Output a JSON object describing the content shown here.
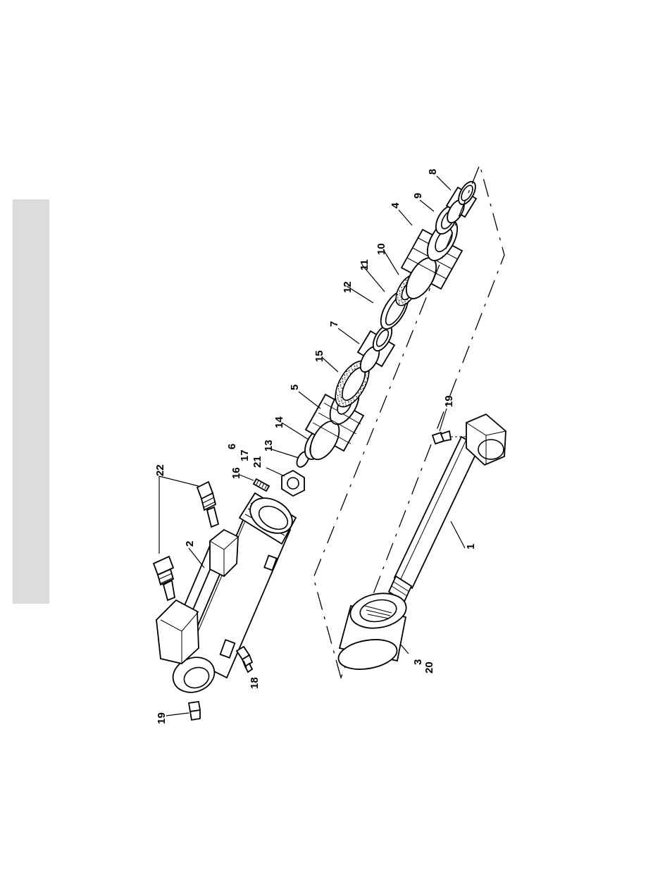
{
  "diagram": {
    "callouts": [
      {
        "id": "c1",
        "text": "1"
      },
      {
        "id": "c2",
        "text": "2"
      },
      {
        "id": "c3",
        "text": "3"
      },
      {
        "id": "c20",
        "text": "20"
      },
      {
        "id": "c4",
        "text": "4"
      },
      {
        "id": "c5",
        "text": "5"
      },
      {
        "id": "c6",
        "text": "6"
      },
      {
        "id": "c17",
        "text": "17"
      },
      {
        "id": "c21",
        "text": "21"
      },
      {
        "id": "c7",
        "text": "7"
      },
      {
        "id": "c8",
        "text": "8"
      },
      {
        "id": "c9",
        "text": "9"
      },
      {
        "id": "c10",
        "text": "10"
      },
      {
        "id": "c11",
        "text": "11"
      },
      {
        "id": "c12",
        "text": "12"
      },
      {
        "id": "c13",
        "text": "13"
      },
      {
        "id": "c14",
        "text": "14"
      },
      {
        "id": "c15",
        "text": "15"
      },
      {
        "id": "c16",
        "text": "16"
      },
      {
        "id": "c18",
        "text": "18"
      },
      {
        "id": "c19a",
        "text": "19"
      },
      {
        "id": "c19b",
        "text": "19"
      },
      {
        "id": "c22",
        "text": "22"
      }
    ]
  },
  "colors": {
    "tab": "#dcdcdc",
    "ink": "#000000",
    "paper": "#ffffff"
  }
}
